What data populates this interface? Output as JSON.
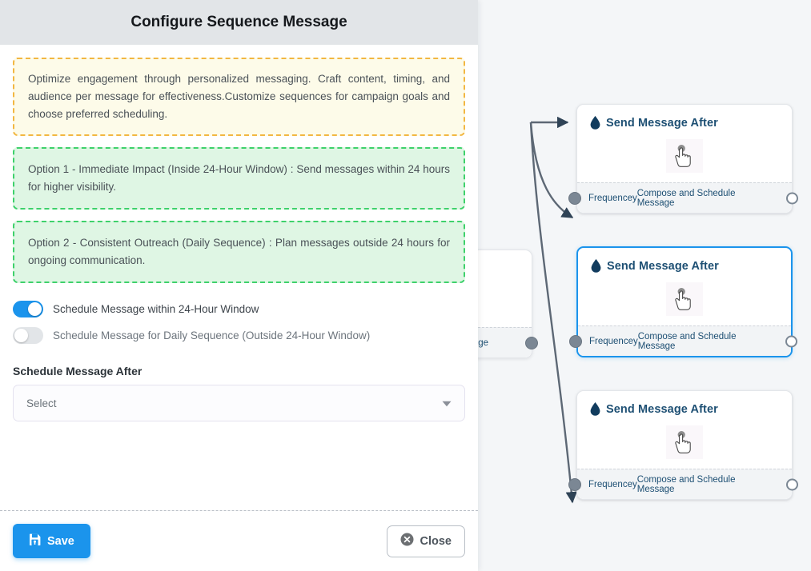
{
  "dialog": {
    "title": "Configure Sequence Message",
    "note": "Optimize engagement through personalized messaging. Craft content, timing, and audience per message for effectiveness.Customize sequences for campaign goals and choose preferred scheduling.",
    "options": [
      "Option 1 - Immediate Impact (Inside 24-Hour Window) : Send messages within 24 hours for higher visibility.",
      "Option 2 - Consistent Outreach (Daily Sequence) : Plan messages outside 24 hours for ongoing communication."
    ],
    "toggles": [
      {
        "label": "Schedule Message within 24-Hour Window",
        "state": "on"
      },
      {
        "label": "Schedule Message for Daily Sequence (Outside 24-Hour Window)",
        "state": "off"
      }
    ],
    "field": {
      "label": "Schedule Message After",
      "value": "Select",
      "caret_icon": "chevron-down-icon"
    },
    "footer": {
      "save_label": "Save",
      "save_icon": "floppy-disk-icon",
      "close_label": "Close",
      "close_icon": "circle-x-icon"
    }
  },
  "canvas": {
    "source_node": {
      "footer_left": "ce Message"
    },
    "nodes": [
      {
        "title": "Send Message After",
        "title_icon": "droplet-icon",
        "body_icon": "pointing-hand-icon",
        "footer_left": "Frequencey",
        "footer_right": "Compose and Schedule Message",
        "selected": false
      },
      {
        "title": "Send Message After",
        "title_icon": "droplet-icon",
        "body_icon": "pointing-hand-icon",
        "footer_left": "Frequencey",
        "footer_right": "Compose and Schedule Message",
        "selected": true
      },
      {
        "title": "Send Message After",
        "title_icon": "droplet-icon",
        "body_icon": "pointing-hand-icon",
        "footer_left": "Frequencey",
        "footer_right": "Compose and Schedule Message",
        "selected": false
      }
    ]
  },
  "colors": {
    "accent": "#1b94ec",
    "note_border": "#f2b742",
    "note_bg": "#fdfbe9",
    "option_border": "#3ed16b",
    "option_bg": "#dff6e4",
    "node_title": "#1d4f73",
    "edge": "#5d6875",
    "canvas_bg": "#f4f6f8"
  }
}
